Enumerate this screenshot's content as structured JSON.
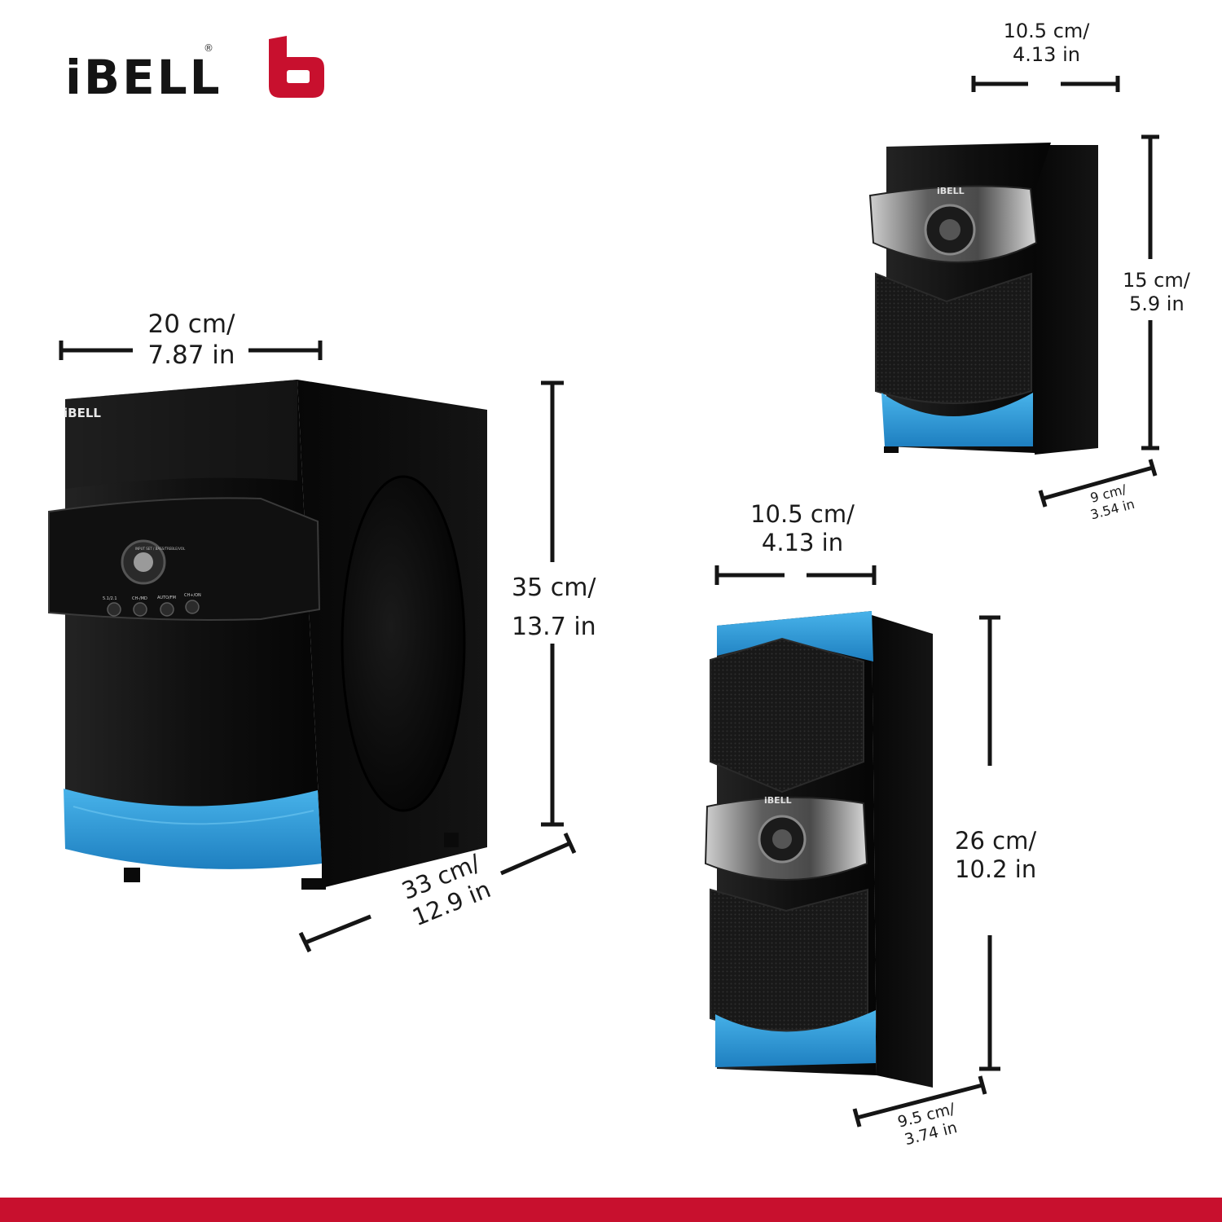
{
  "brand": {
    "name": "iBELL",
    "registered_mark": "®",
    "accent_color": "#c8102e",
    "speaker_logo_text": "iBELL"
  },
  "colors": {
    "speaker_body": "#0b0b0b",
    "speaker_accent_blue": "#2f9ad8",
    "footer_band": "#c8102e"
  },
  "subwoofer": {
    "width": {
      "cm": "20 cm/",
      "in": "7.87 in"
    },
    "height": {
      "cm": "35 cm/",
      "in": "13.7 in"
    },
    "depth": {
      "cm": "33 cm/",
      "in": "12.9 in"
    },
    "control_labels": [
      "5.1/2.1",
      "CH-/MD",
      "AUTO/FM",
      "CH+/ON"
    ],
    "panel_label": "INPUT SET / BASS/TREBLE/VOL"
  },
  "satellite_small": {
    "width": {
      "cm": "10.5 cm/",
      "in": "4.13 in"
    },
    "height": {
      "cm": "15 cm/",
      "in": "5.9 in"
    },
    "depth": {
      "cm": "9 cm/",
      "in": "3.54 in"
    }
  },
  "satellite_tall": {
    "width": {
      "cm": "10.5 cm/",
      "in": "4.13 in"
    },
    "height": {
      "cm": "26 cm/",
      "in": "10.2 in"
    },
    "depth": {
      "cm": "9.5 cm/",
      "in": "3.74 in"
    }
  }
}
